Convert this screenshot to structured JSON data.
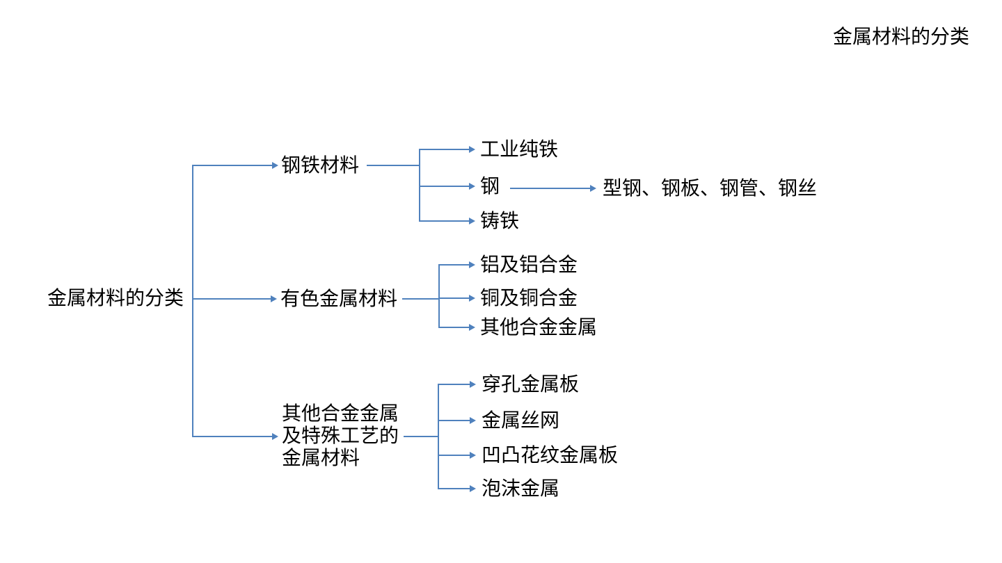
{
  "title": "金属材料的分类",
  "colors": {
    "line": "#4f81bd",
    "text": "#000000",
    "background": "#ffffff"
  },
  "tree": {
    "root": {
      "label": "金属材料的分类"
    },
    "branches": [
      {
        "label": "钢铁材料",
        "children": [
          {
            "label": "工业纯铁"
          },
          {
            "label": "钢",
            "children": [
              {
                "label": "型钢、钢板、钢管、钢丝"
              }
            ]
          },
          {
            "label": "铸铁"
          }
        ]
      },
      {
        "label": "有色金属材料",
        "children": [
          {
            "label": "铝及铝合金"
          },
          {
            "label": "铜及铜合金"
          },
          {
            "label": "其他合金金属"
          }
        ]
      },
      {
        "label": "其他合金金属及特殊工艺的金属材料",
        "children": [
          {
            "label": "穿孔金属板"
          },
          {
            "label": "金属丝网"
          },
          {
            "label": "凹凸花纹金属板"
          },
          {
            "label": "泡沫金属"
          }
        ]
      }
    ]
  }
}
